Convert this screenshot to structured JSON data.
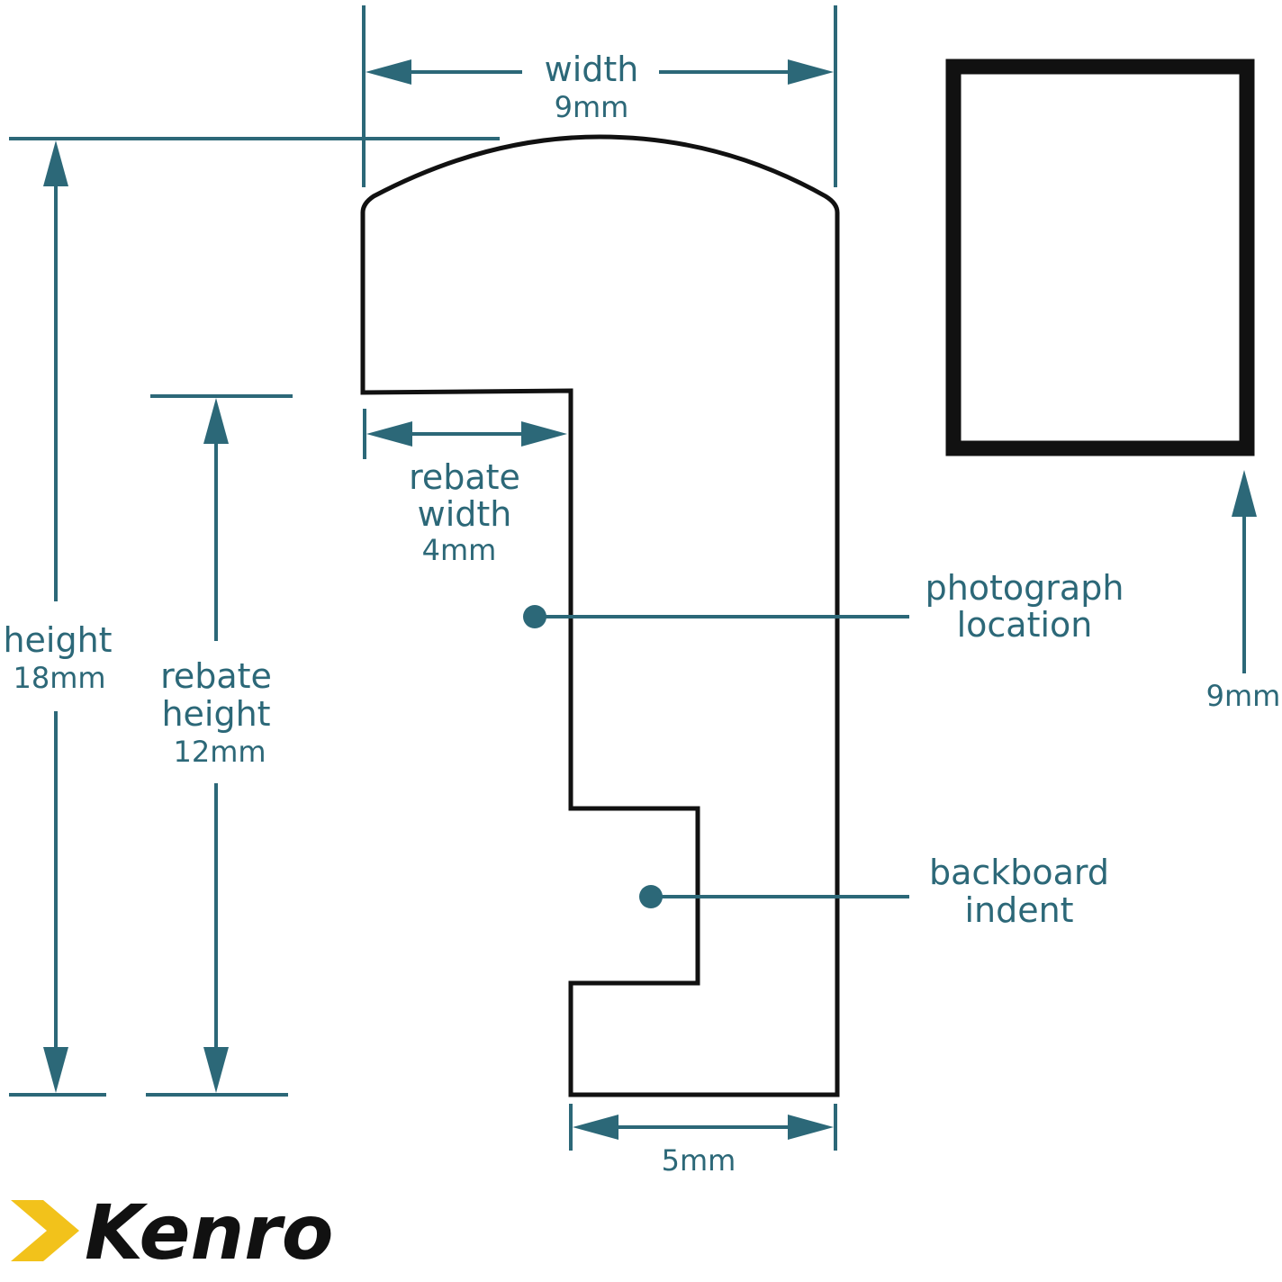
{
  "dimensions": {
    "width": {
      "label": "width",
      "value": "9mm"
    },
    "height": {
      "label": "height",
      "value": "18mm"
    },
    "rebate_width": {
      "label_line1": "rebate",
      "label_line2": "width",
      "value": "4mm"
    },
    "rebate_height": {
      "label_line1": "rebate",
      "label_line2": "height",
      "value": "12mm"
    },
    "bottom_width": {
      "value": "5mm"
    },
    "frame_depth": {
      "value": "9mm"
    }
  },
  "callouts": {
    "photograph": {
      "line1": "photograph",
      "line2": "location"
    },
    "backboard": {
      "line1": "backboard",
      "line2": "indent"
    }
  },
  "logo": {
    "text": "Kenro"
  },
  "colors": {
    "annotation": "#2c6878",
    "outline": "#111111",
    "logo_chevron": "#f2c21b"
  }
}
